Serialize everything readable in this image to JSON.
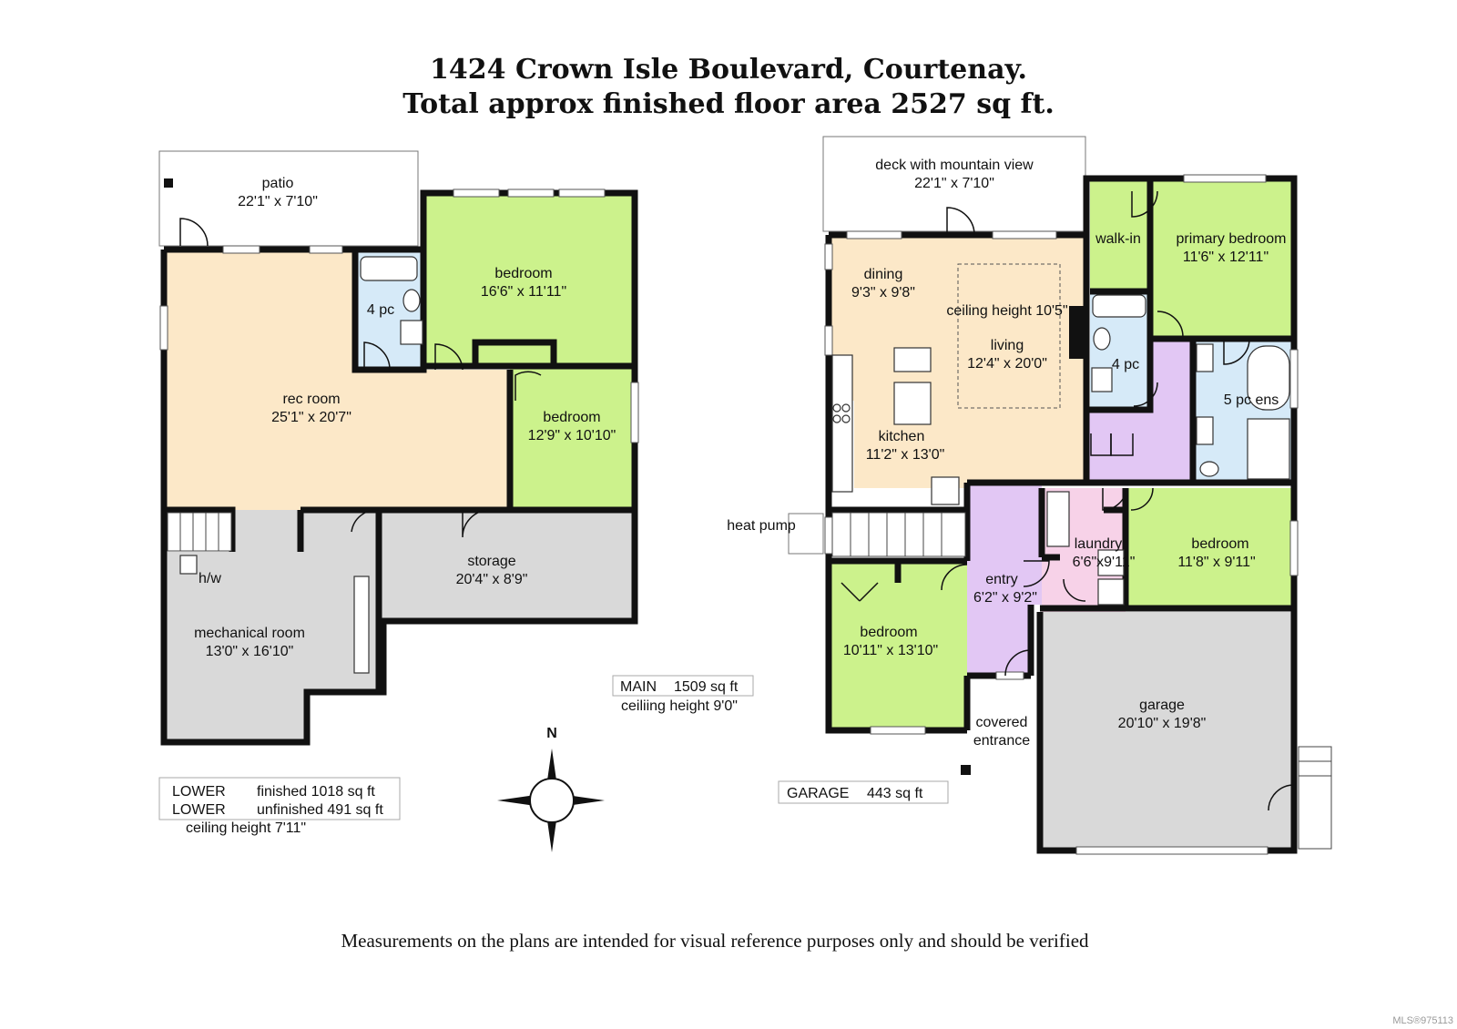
{
  "header": {
    "address": "1424 Crown Isle Boulevard, Courtenay.",
    "total_area": "Total approx finished floor area 2527 sq ft."
  },
  "colors": {
    "bedroom": "#ccf28c",
    "living": "#fce8c8",
    "bath": "#d6eaf8",
    "hall": "#e2c7f4",
    "laundry": "#f7d2e8",
    "utility": "#d9d9d9"
  },
  "lower": {
    "patio": {
      "name": "patio",
      "dims": "22'1\" x 7'10\""
    },
    "bedroom1": {
      "name": "bedroom",
      "dims": "16'6\" x 11'11\""
    },
    "bath": {
      "name": "4 pc"
    },
    "rec": {
      "name": "rec room",
      "dims": "25'1\" x 20'7\""
    },
    "bedroom2": {
      "name": "bedroom",
      "dims": "12'9\" x 10'10\""
    },
    "storage": {
      "name": "storage",
      "dims": "20'4\" x 8'9\""
    },
    "mechanical": {
      "name": "mechanical room",
      "dims": "13'0\" x 16'10\""
    },
    "hw": "h/w",
    "summary": {
      "line1_label": "LOWER",
      "line1_value": "finished 1018 sq ft",
      "line2_label": "LOWER",
      "line2_value": "unfinished  491 sq ft",
      "ceiling": "ceiling height 7'11\""
    }
  },
  "main": {
    "deck": {
      "name": "deck with mountain view",
      "dims": "22'1\" x 7'10\""
    },
    "dining": {
      "name": "dining",
      "dims": "9'3\" x 9'8\""
    },
    "ceiling_note": "ceiling height 10'5\"",
    "living": {
      "name": "living",
      "dims": "12'4\" x 20'0\""
    },
    "kitchen": {
      "name": "kitchen",
      "dims": "11'2\" x 13'0\""
    },
    "walkin": {
      "name": "walk-in"
    },
    "primary": {
      "name": "primary bedroom",
      "dims": "11'6\" x 12'11\""
    },
    "bath4": {
      "name": "4 pc"
    },
    "ensuite": {
      "name": "5 pc ens"
    },
    "heatpump": "heat pump",
    "laundry": {
      "name": "laundry",
      "dims": "6'6\"x9'11\""
    },
    "bedroom_r": {
      "name": "bedroom",
      "dims": "11'8\" x 9'11\""
    },
    "entry": {
      "name": "entry",
      "dims": "6'2\" x 9'2\""
    },
    "bedroom_l": {
      "name": "bedroom",
      "dims": "10'11\" x 13'10\""
    },
    "garage": {
      "name": "garage",
      "dims": "20'10\" x 19'8\""
    },
    "covered1": "covered",
    "covered2": "entrance",
    "summary": {
      "label": "MAIN",
      "value": "1509 sq ft",
      "ceiling": "ceiliing height 9'0\""
    },
    "garage_summary": {
      "label": "GARAGE",
      "value": "443 sq ft"
    }
  },
  "compass": {
    "north": "N"
  },
  "footer": {
    "disclaimer": "Measurements on the plans are intended for visual reference purposes only and should be verified",
    "watermark": "MLS®975113"
  }
}
